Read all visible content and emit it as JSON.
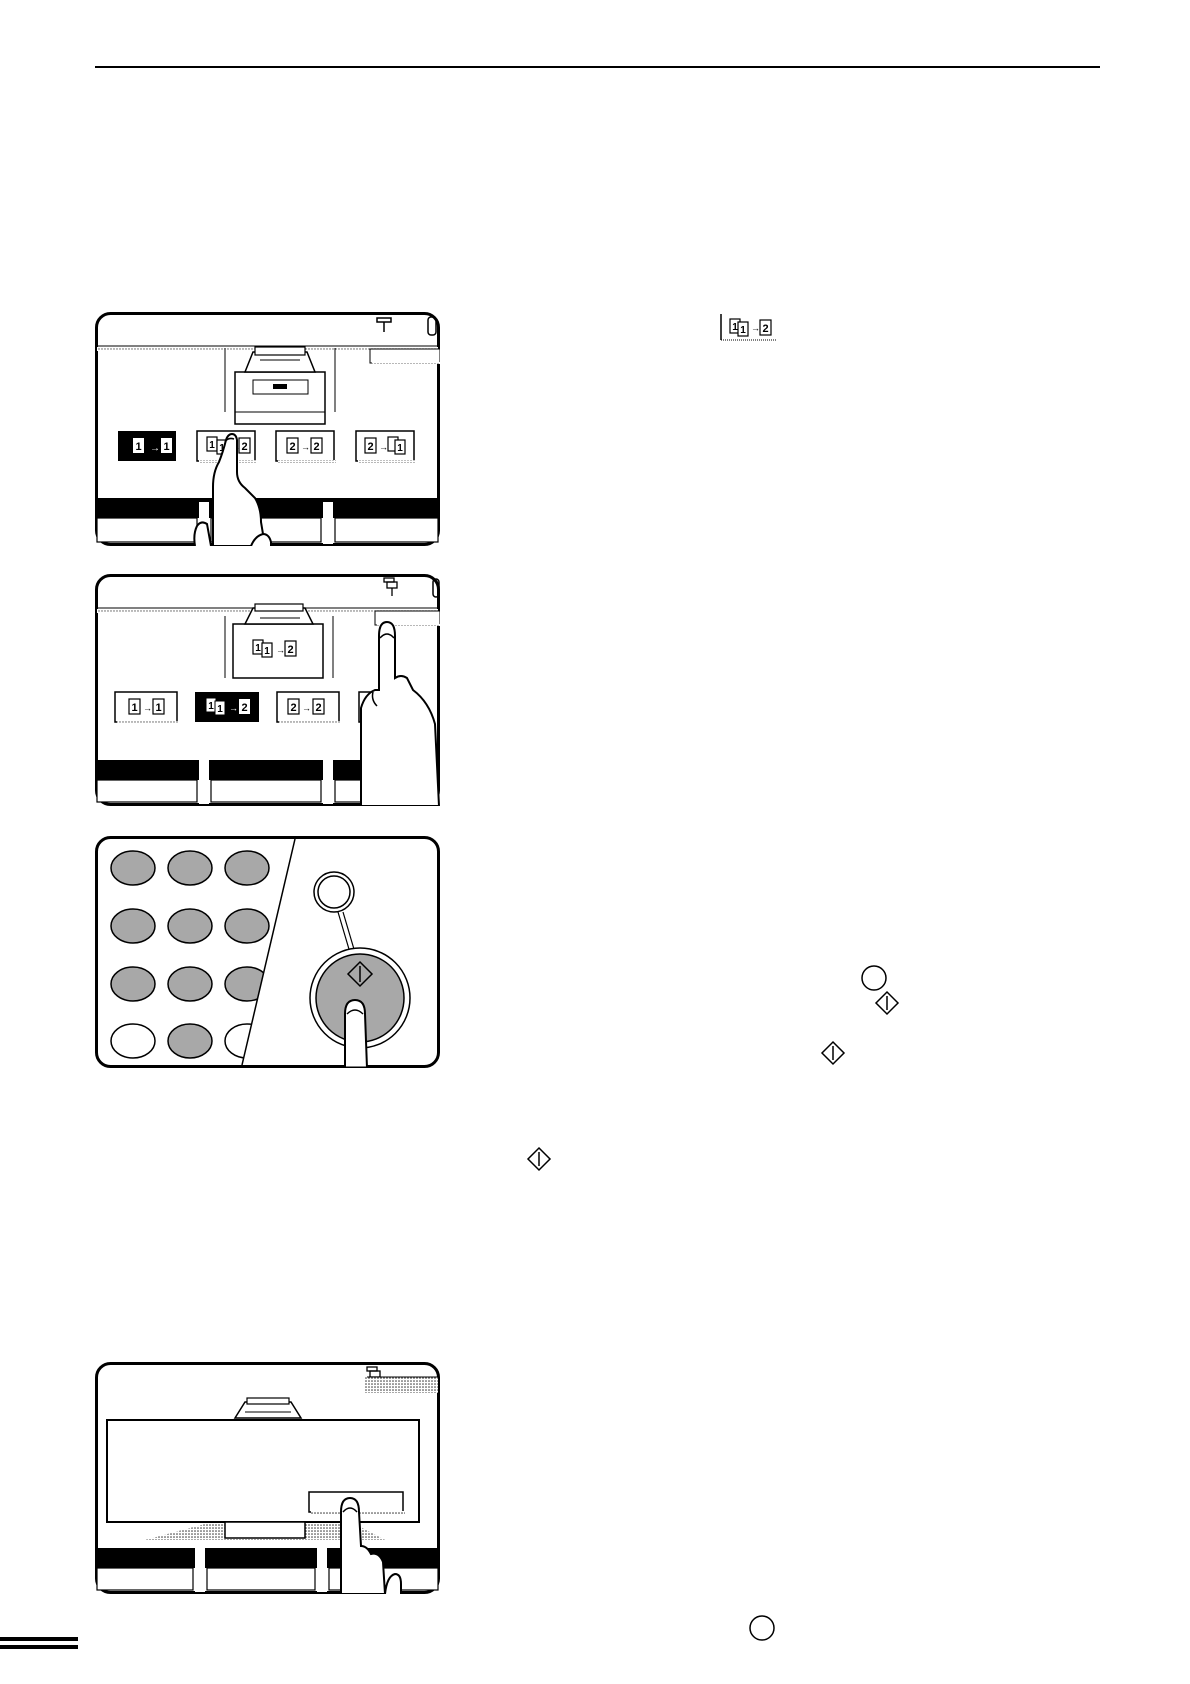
{
  "page": {
    "top_rule": true,
    "bottom_left_mark": true
  },
  "panels": [
    {
      "id": "panel1",
      "description_icons": [
        "copier-icon",
        "mode-1to1-key",
        "mode-1to2-key",
        "mode-2to2-key",
        "mode-2to1-key",
        "finger-icon"
      ]
    },
    {
      "id": "panel2",
      "description_icons": [
        "copier-icon",
        "mode-1to1-key",
        "mode-1to2-key",
        "mode-2to2-key",
        "finger-icon"
      ]
    },
    {
      "id": "panel3",
      "description_icons": [
        "numeric-keypad",
        "clear-key",
        "start-key",
        "finger-icon"
      ]
    },
    {
      "id": "panel4",
      "description_icons": [
        "copier-icon",
        "dialog-box",
        "dialog-button",
        "finger-icon"
      ]
    }
  ],
  "inline_icons": [
    "mode-1to2-inline-icon",
    "clear-key-inline-icon",
    "start-key-inline-icon",
    "start-key-inline-icon",
    "start-key-inline-icon",
    "clear-key-inline-icon"
  ],
  "colors": {
    "ink": "#000000",
    "key_gray": "#a8a8a8",
    "panel_bg": "#ffffff"
  }
}
